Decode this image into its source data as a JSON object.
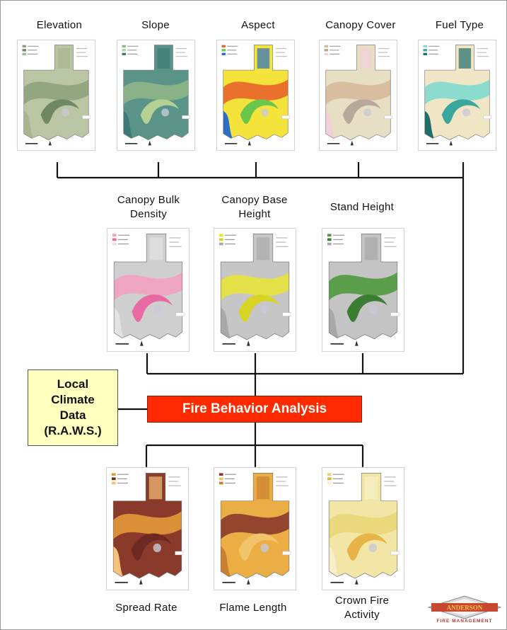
{
  "inputs_row1": [
    {
      "label": "Elevation",
      "palette": {
        "bg": "#bac5a3",
        "a": "#8fa17d",
        "b": "#6f8763",
        "c": "#a9b590"
      }
    },
    {
      "label": "Slope",
      "palette": {
        "bg": "#5a9488",
        "a": "#8fb58a",
        "b": "#b6cf93",
        "c": "#3c7a74"
      }
    },
    {
      "label": "Aspect",
      "palette": {
        "bg": "#f3e33a",
        "a": "#e9642a",
        "b": "#6ac64a",
        "c": "#2a6fc4"
      }
    },
    {
      "label": "Canopy Cover",
      "palette": {
        "bg": "#e7dfc4",
        "a": "#d7b99b",
        "b": "#b6a99b",
        "c": "#f2d0d8"
      }
    },
    {
      "label": "Fuel Type",
      "palette": {
        "bg": "#f0e5c4",
        "a": "#7fd9d0",
        "b": "#3aa79f",
        "c": "#1f6e6a"
      }
    }
  ],
  "inputs_row2": [
    {
      "label_line1": "Canopy Bulk",
      "label_line2": "Density",
      "palette": {
        "bg": "#cfcfcf",
        "a": "#f29ec0",
        "b": "#e96aa3",
        "c": "#e2e2e2"
      }
    },
    {
      "label_line1": "Canopy Base",
      "label_line2": "Height",
      "palette": {
        "bg": "#c6c6c6",
        "a": "#e7e33a",
        "b": "#d8d423",
        "c": "#a9a9a9"
      }
    },
    {
      "label_line1": "Stand Height",
      "label_line2": "",
      "palette": {
        "bg": "#c4c4c4",
        "a": "#4f9a3f",
        "b": "#3a7d33",
        "c": "#a8a8a8"
      }
    }
  ],
  "climate": {
    "line1": "Local",
    "line2": "Climate",
    "line3": "Data",
    "line4": "(R.A.W.S.)"
  },
  "analysis": {
    "label": "Fire Behavior Analysis"
  },
  "outputs": [
    {
      "label_line1": "Spread Rate",
      "label_line2": "",
      "palette": {
        "bg": "#8a3a2a",
        "a": "#e39a3a",
        "b": "#6e2a22",
        "c": "#f4c27a"
      }
    },
    {
      "label_line1": "Flame Length",
      "label_line2": "",
      "palette": {
        "bg": "#ebae45",
        "a": "#8a3a2a",
        "b": "#f2c46a",
        "c": "#c98030"
      }
    },
    {
      "label_line1": "Crown Fire",
      "label_line2": "Activity",
      "palette": {
        "bg": "#f1e6a6",
        "a": "#e9d778",
        "b": "#e8b44a",
        "c": "#f6efc8"
      }
    }
  ],
  "logo": {
    "brand": "ANDERSON",
    "sub": "FIRE MANAGEMENT"
  }
}
